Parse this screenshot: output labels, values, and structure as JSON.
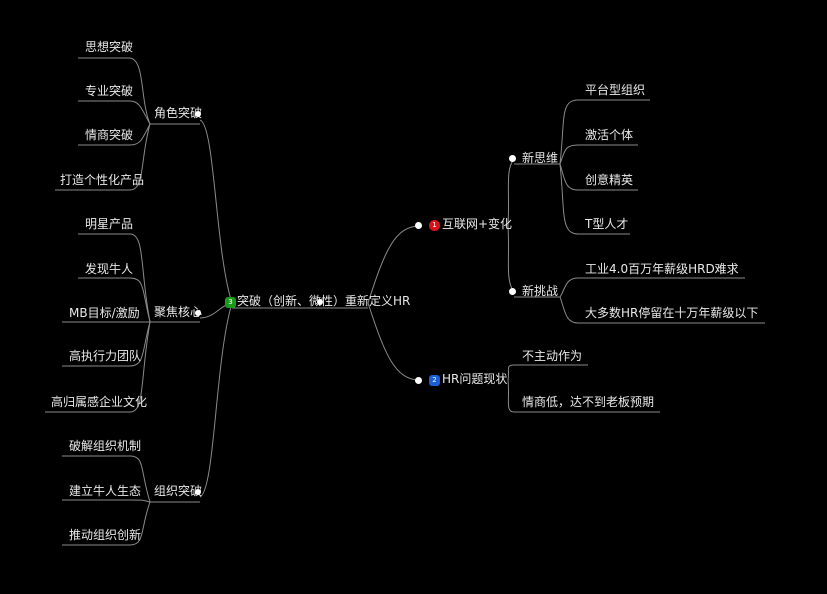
{
  "colors": {
    "background": "#000000",
    "line": "#8a8a8a",
    "text": "#e8e8e8",
    "badge_red": "#d9131a",
    "badge_blue": "#1a5fd6",
    "badge_green": "#1a9a1a"
  },
  "root": {
    "label": "突破（创新、微性）重新定义HR"
  },
  "right": {
    "internet": {
      "badge": "1",
      "label": "互联网+变化",
      "new_thinking": {
        "label": "新思维",
        "items": [
          "平台型组织",
          "激活个体",
          "创意精英",
          "T型人才"
        ]
      },
      "new_challenge": {
        "label": "新挑战",
        "items": [
          "工业4.0百万年薪级HRD难求",
          "大多数HR停留在十万年薪级以下"
        ]
      }
    },
    "hr_status": {
      "badge": "2",
      "label": "HR问题现状",
      "items": [
        "不主动作为",
        "情商低，达不到老板预期"
      ]
    }
  },
  "left": {
    "badge": "3",
    "role": {
      "label": "角色突破",
      "items": [
        "思想突破",
        "专业突破",
        "情商突破",
        "打造个性化产品"
      ]
    },
    "focus": {
      "label": "聚焦核心",
      "items": [
        "明星产品",
        "发现牛人",
        "MB目标/激励",
        "高执行力团队",
        "高归属感企业文化"
      ]
    },
    "org": {
      "label": "组织突破",
      "items": [
        "破解组织机制",
        "建立牛人生态",
        "推动组织创新"
      ]
    }
  }
}
